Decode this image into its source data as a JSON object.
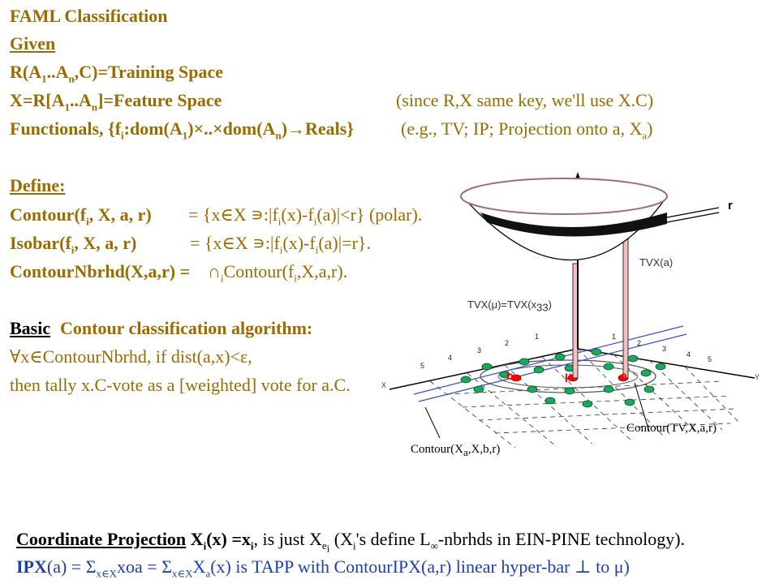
{
  "lines": {
    "title": "FAML Classification",
    "given": "Given",
    "training": "R(A1..An,C)=Training Space",
    "feature": "X=R[A1..An]=Feature Space",
    "feature_note": "(since R,X same key, we'll use X.C)",
    "functionals": "Functionals, {fi:dom(A1)×..×dom(An)→Reals}",
    "functionals_note": "(e.g., TV; IP; Projection onto a, Xa)",
    "define": "Define:",
    "contour_lhs": "Contour(fi, X, a, r)",
    "contour_rhs": "= {x∈X ∍:|fi(x)-fi(a)|<r} (polar).",
    "isobar_lhs": "Isobar(fi, X, a, r)",
    "isobar_rhs": "= {x∈X ∍:|fi(x)-fi(a)|=r}.",
    "nbrhd_lhs": "ContourNbrhd(X,a,r) =",
    "nbrhd_rhs": "∩iContour(fi,X,a,r).",
    "basic": "Basic",
    "algo": "Contour classification algorithm:",
    "forall": "∀x∈ContourNbrhd,   if dist(a,x)<ε,",
    "tally": "then tally x.C-vote as a [weighted] vote for a.C.",
    "coord_title": "Coordinate Projection",
    "coord_rest": "Xi(x) =xi, is just Xei (Xi's define L∞-nbrhds in EIN-PINE technology).",
    "ipx": "IPX(a) = Σx∈X xoa = Σx∈X Xa(x) is TAPP with ContourIPX(a,r) linear hyper-bar ⊥ to μ)"
  },
  "figure": {
    "r_label": "r",
    "tvxa_label": "TVX(a)",
    "tvxmu_label": "TVX(μ)=TVX(x33)",
    "x_axis": "X",
    "y_axis": "Y",
    "b_label": "b",
    "mu_label": "μ",
    "a_label": "a",
    "contour_tv": "Contour(TV,X,a,r)",
    "contour_xa": "Contour(Xa,X,b,r)",
    "ticks_left": [
      "1",
      "2",
      "3",
      "4",
      "5"
    ],
    "ticks_right": [
      "1",
      "2",
      "3",
      "4",
      "5"
    ]
  },
  "colors": {
    "gold": "#9b6b00",
    "blue": "#1f3fb0",
    "point_fill": "#1aa85a",
    "highlight": "#ff0000",
    "bowl_rim": "#a06e6e"
  }
}
